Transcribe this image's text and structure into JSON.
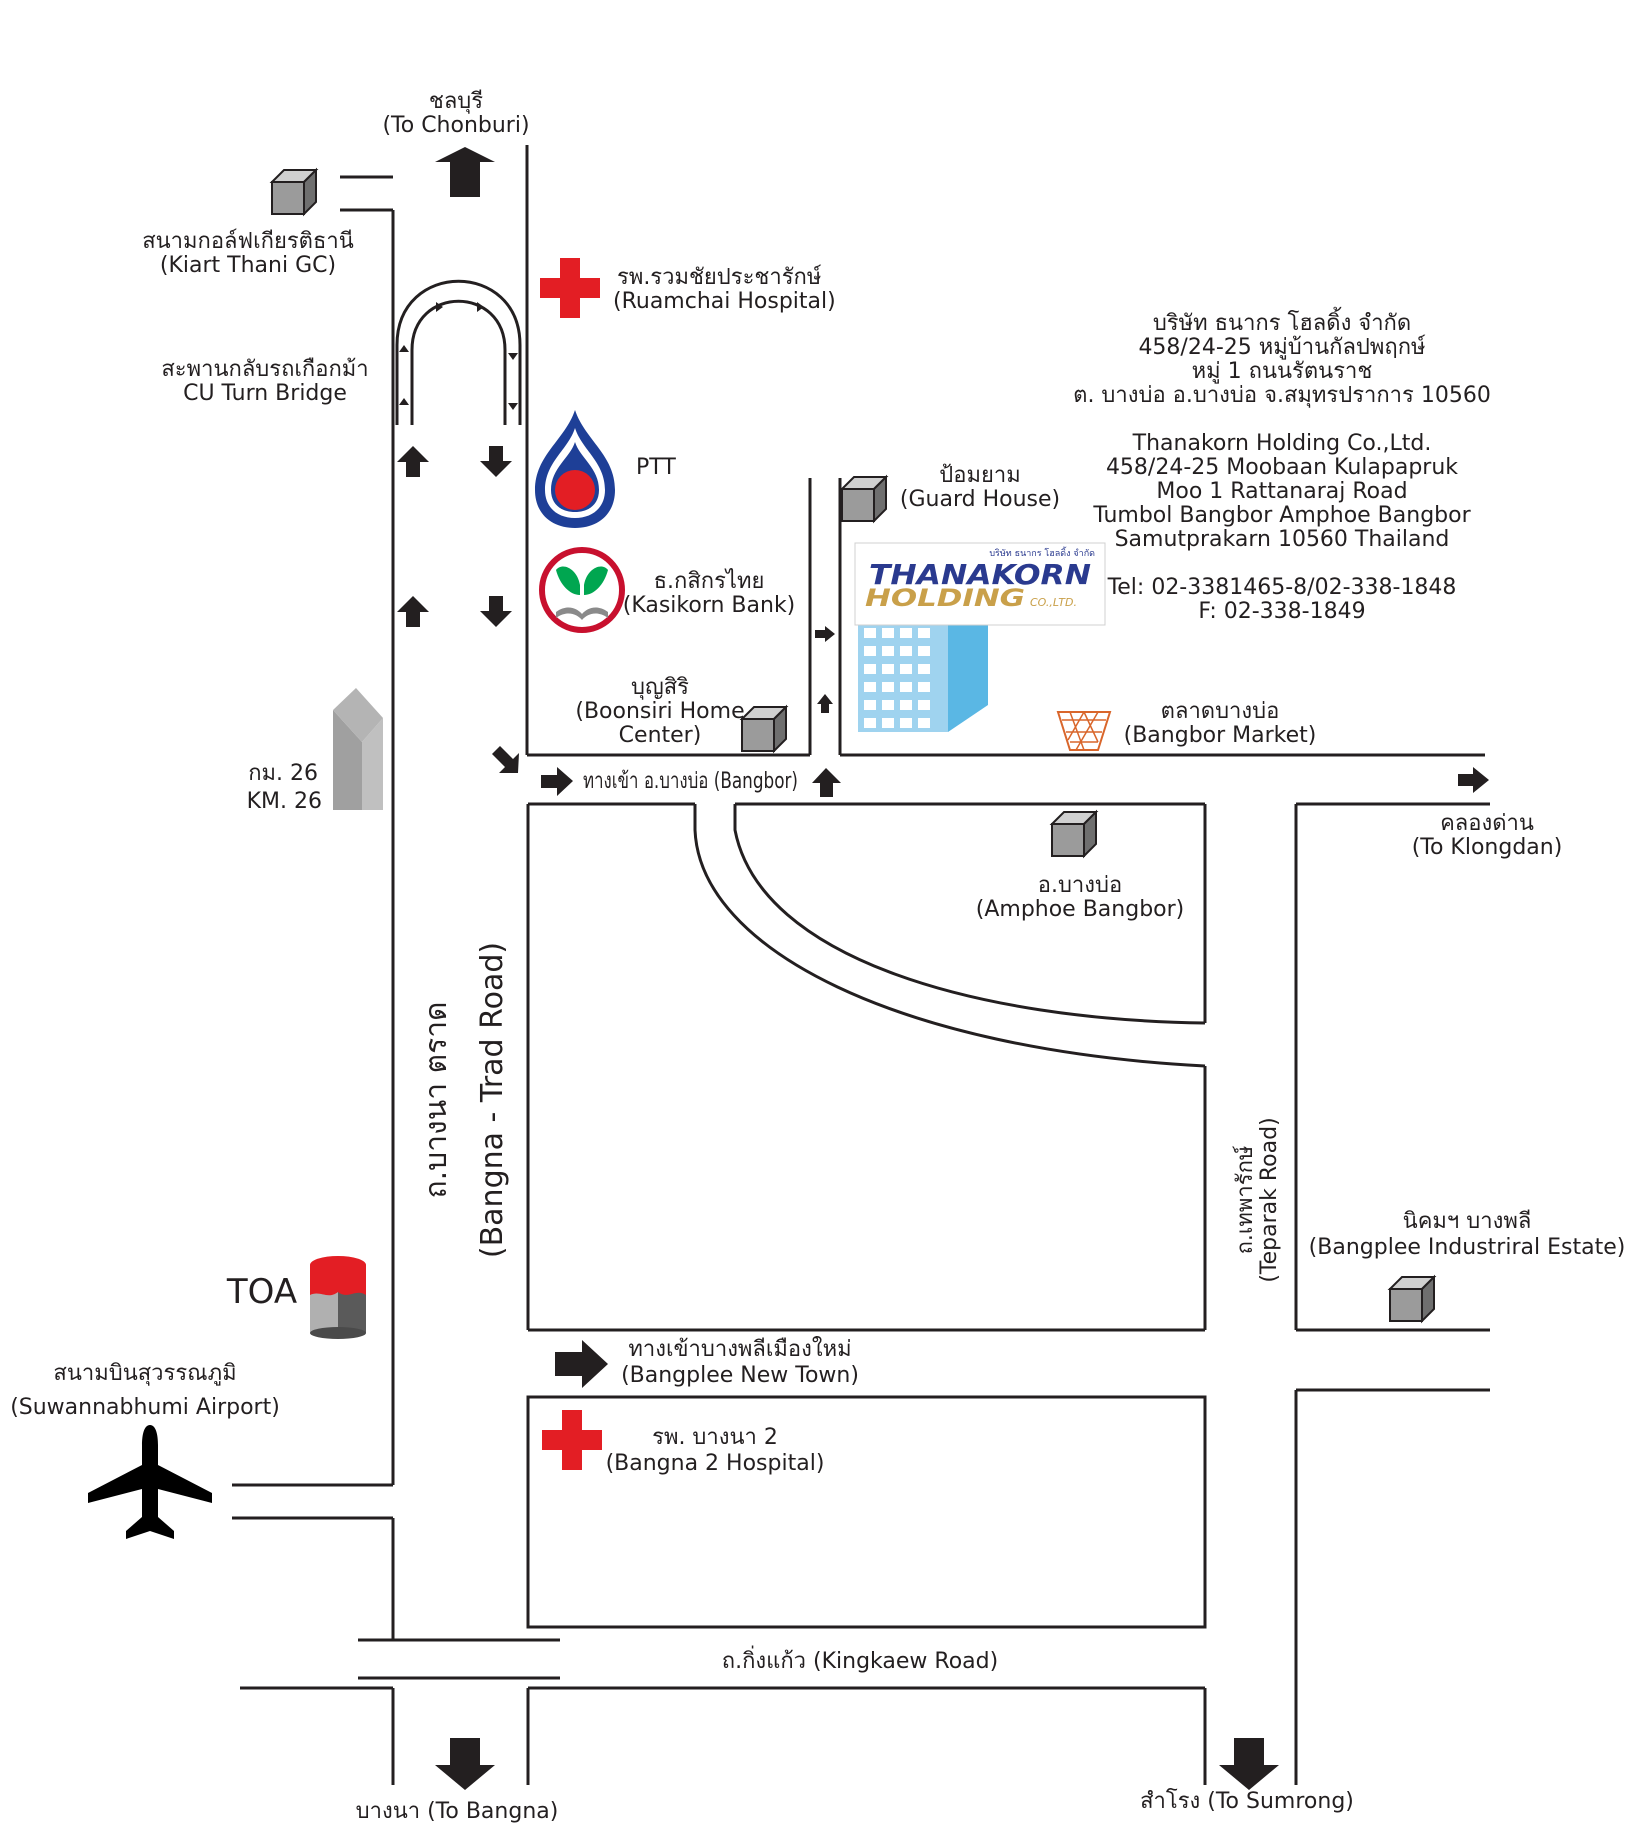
{
  "colors": {
    "line": "#231f20",
    "hospital_red": "#e31e24",
    "ptt_blue": "#1e3f97",
    "ptt_red": "#e31e24",
    "kbank_green": "#00a650",
    "kbank_red": "#c8102e",
    "building_blue": "#9fd3ef",
    "thanakorn_blue": "#2a3a8f",
    "thanakorn_gold": "#c9a04a",
    "market_orange": "#d9662b",
    "toa_red": "#e31e24"
  },
  "labels": {
    "chonburi_th": "ชลบุรี",
    "chonburi_en": "(To Chonburi)",
    "golf_th": "สนามกอล์ฟเกียรติธานี",
    "golf_en": "(Kiart Thani GC)",
    "ruamchai_th": "รพ.รวมชัยประชารักษ์",
    "ruamchai_en": "(Ruamchai Hospital)",
    "uturn_th": "สะพานกลับรถเกือกม้า",
    "uturn_en": "CU Turn Bridge",
    "ptt": "PTT",
    "kbank_th": "ธ.กสิกรไทย",
    "kbank_en": "(Kasikorn Bank)",
    "boonsiri_th": "บุญสิริ",
    "boonsiri_en1": "(Boonsiri Home",
    "boonsiri_en2": "Center)",
    "guard_th": "ป้อมยาม",
    "guard_en": "(Guard House)",
    "km_th": "กม. 26",
    "km_en": "KM. 26",
    "bangbor_entry": "ทางเข้า อ.บางบ่อ (Bangbor)",
    "market_th": "ตลาดบางบ่อ",
    "market_en": "(Bangbor Market)",
    "klongdan_th": "คลองด่าน",
    "klongdan_en": "(To Klongdan)",
    "amphoe_th": "อ.บางบ่อ",
    "amphoe_en": "(Amphoe Bangbor)",
    "bangna_trad_th": "ถ.บางนา ตราด",
    "bangna_trad_en": "(Bangna - Trad Road)",
    "teparak_th": "ถ.เทพารักษ์",
    "teparak_en": "(Teparak Road)",
    "estate_th": "นิคมฯ บางพลี",
    "estate_en": "(Bangplee Industriral Estate)",
    "toa": "TOA",
    "airport_th": "สนามบินสุวรรณภูมิ",
    "airport_en": "(Suwannabhumi Airport)",
    "newtown_th": "ทางเข้าบางพลีเมืองใหม่",
    "newtown_en": "(Bangplee New Town)",
    "bangna2_th": "รพ. บางนา 2",
    "bangna2_en": "(Bangna 2 Hospital)",
    "kingkaew": "ถ.กิ่งแก้ว (Kingkaew Road)",
    "bangna_bottom": "บางนา (To Bangna)",
    "sumrong": "สำโรง (To Sumrong)"
  },
  "company": {
    "th_line1": "บริษัท ธนากร โฮลดิ้ง จำกัด",
    "th_line2": "458/24-25 หมู่บ้านกัลปพฤกษ์",
    "th_line3": "หมู่ 1 ถนนรัตนราช",
    "th_line4": "ต. บางบ่อ อ.บางบ่อ จ.สมุทรปราการ 10560",
    "en_line1": "Thanakorn Holding Co.,Ltd.",
    "en_line2": "458/24-25 Moobaan Kulapapruk",
    "en_line3": "Moo 1 Rattanaraj Road",
    "en_line4": "Tumbol Bangbor Amphoe Bangbor",
    "en_line5": "Samutprakarn 10560 Thailand",
    "tel": "Tel: 02-3381465-8/02-338-1848",
    "fax": "F: 02-338-1849"
  },
  "logo": {
    "word1": "THANAKORN",
    "word2": "HOLDING",
    "suffix": "CO.,LTD.",
    "tagline": "บริษัท ธนากร โฮลดิ้ง จำกัด"
  }
}
